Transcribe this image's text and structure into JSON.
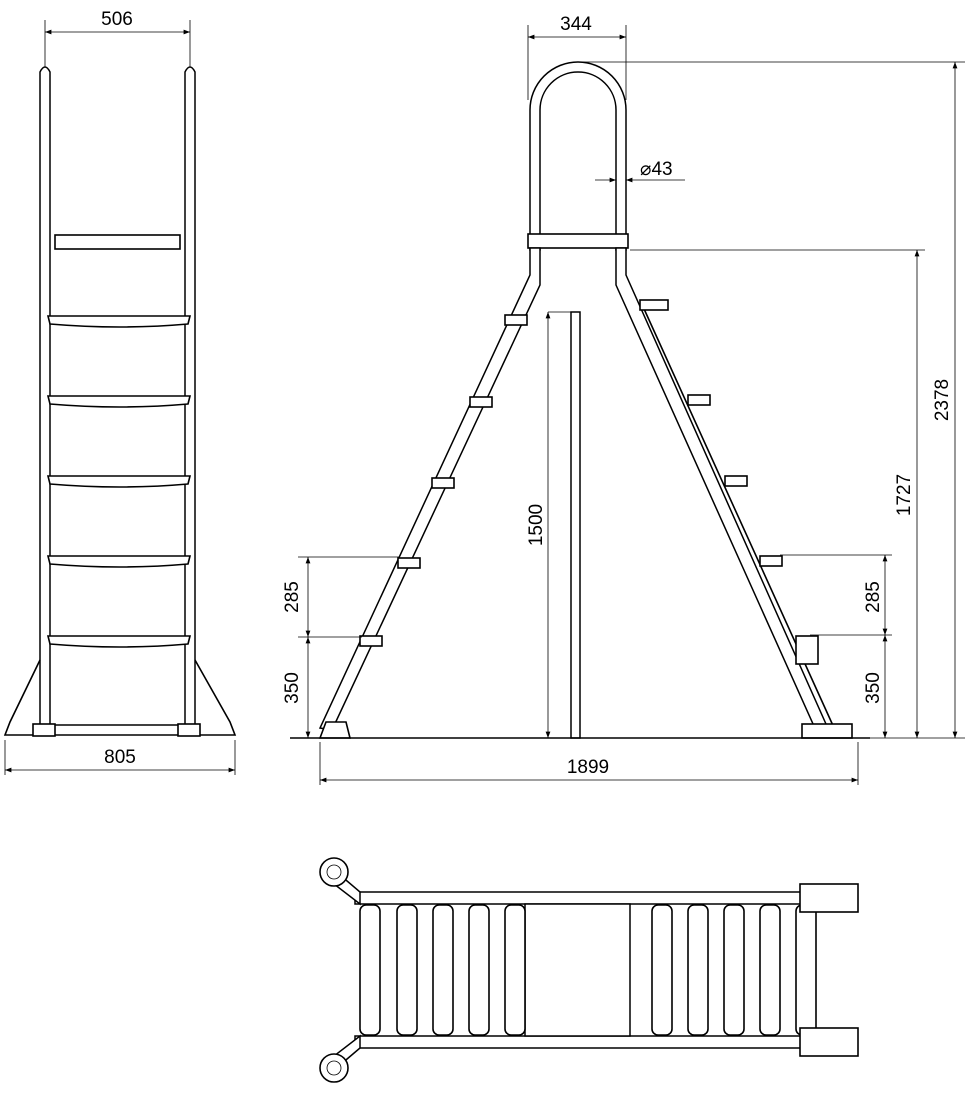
{
  "front_view": {
    "width_top": "506",
    "width_base": "805"
  },
  "side_view": {
    "handle_width": "344",
    "tube_diameter": "⌀43",
    "platform_height": "1500",
    "left_step_spacing": "285",
    "left_first_step": "350",
    "right_step_spacing": "285",
    "right_first_step": "350",
    "handle_base_height": "1727",
    "total_height": "2378",
    "base_length": "1899"
  },
  "colors": {
    "line": "#000000",
    "background": "#ffffff"
  }
}
